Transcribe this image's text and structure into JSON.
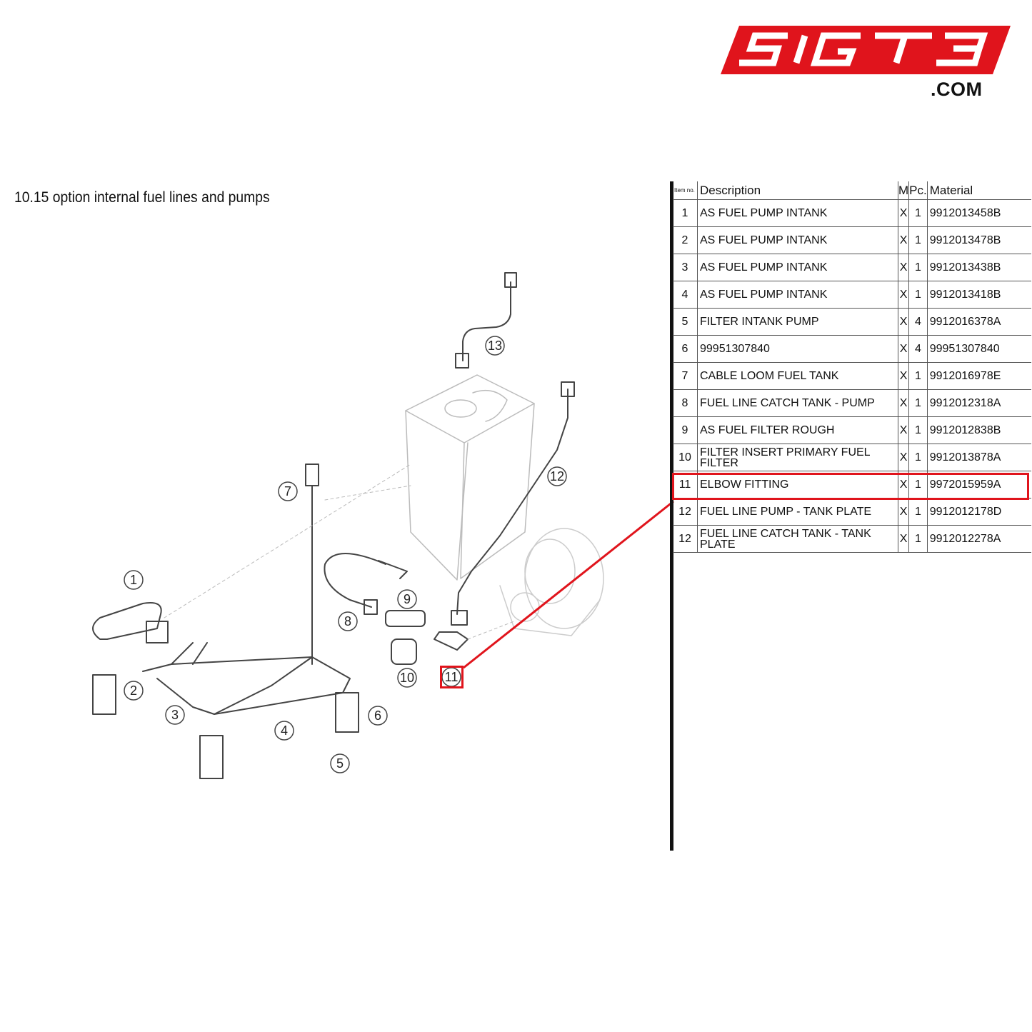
{
  "brand": {
    "logo_text": "SIGT3",
    "domain_suffix": ".COM",
    "accent_color": "#e0141c"
  },
  "page_title": "10.15  option internal fuel lines and pumps",
  "parts_table": {
    "headers": {
      "item_no": "Item no.",
      "description": "Description",
      "m": "M",
      "pc": "Pc.",
      "material": "Material"
    },
    "rows": [
      {
        "item": "1",
        "description": "AS FUEL PUMP INTANK",
        "m": "X",
        "pc": "1",
        "material": "9912013458B"
      },
      {
        "item": "2",
        "description": "AS FUEL PUMP INTANK",
        "m": "X",
        "pc": "1",
        "material": "9912013478B"
      },
      {
        "item": "3",
        "description": "AS FUEL PUMP INTANK",
        "m": "X",
        "pc": "1",
        "material": "9912013438B"
      },
      {
        "item": "4",
        "description": "AS FUEL PUMP INTANK",
        "m": "X",
        "pc": "1",
        "material": "9912013418B"
      },
      {
        "item": "5",
        "description": "FILTER INTANK PUMP",
        "m": "X",
        "pc": "4",
        "material": "9912016378A"
      },
      {
        "item": "6",
        "description": "99951307840",
        "m": "X",
        "pc": "4",
        "material": "99951307840"
      },
      {
        "item": "7",
        "description": "CABLE LOOM FUEL TANK",
        "m": "X",
        "pc": "1",
        "material": "9912016978E"
      },
      {
        "item": "8",
        "description": "FUEL LINE CATCH TANK - PUMP",
        "m": "X",
        "pc": "1",
        "material": "9912012318A"
      },
      {
        "item": "9",
        "description": "AS FUEL FILTER ROUGH",
        "m": "X",
        "pc": "1",
        "material": "9912012838B"
      },
      {
        "item": "10",
        "description": "FILTER INSERT PRIMARY FUEL FILTER",
        "m": "X",
        "pc": "1",
        "material": "9912013878A"
      },
      {
        "item": "11",
        "description": "ELBOW FITTING",
        "m": "X",
        "pc": "1",
        "material": "9972015959A"
      },
      {
        "item": "12",
        "description": "FUEL LINE PUMP - TANK PLATE",
        "m": "X",
        "pc": "1",
        "material": "9912012178D"
      },
      {
        "item": "12",
        "description": "FUEL LINE CATCH TANK - TANK PLATE",
        "m": "X",
        "pc": "1",
        "material": "9912012278A"
      }
    ],
    "highlighted_item": "11"
  },
  "diagram": {
    "callouts": [
      "1",
      "2",
      "3",
      "4",
      "5",
      "6",
      "7",
      "8",
      "9",
      "10",
      "11",
      "12",
      "13"
    ],
    "highlighted_callout": "11"
  }
}
